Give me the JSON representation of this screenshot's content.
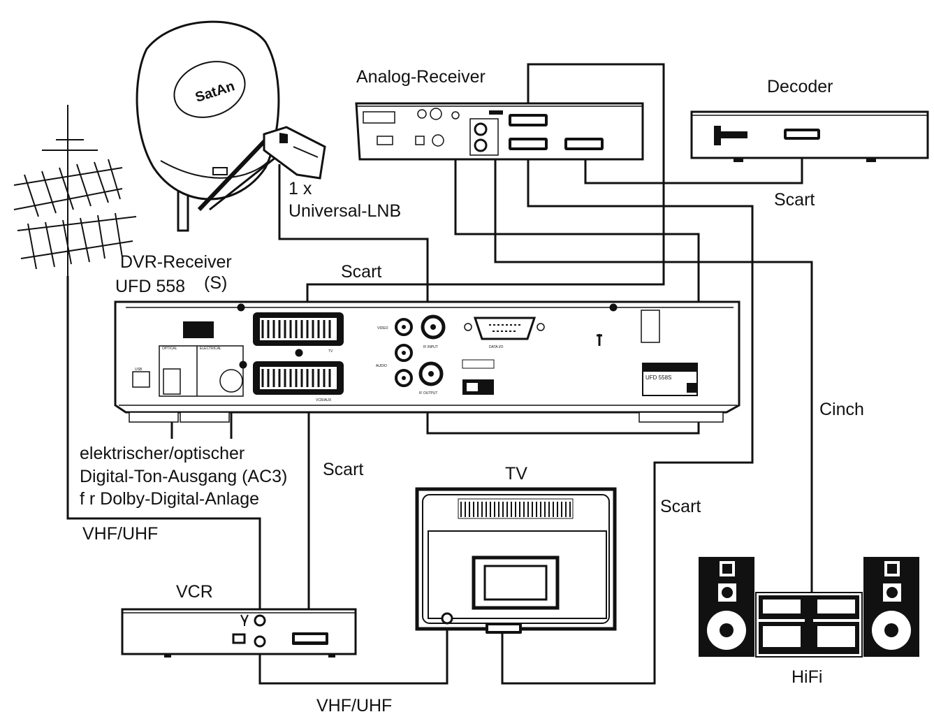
{
  "labels": {
    "analog_receiver": "Analog-Receiver",
    "decoder": "Decoder",
    "lnb_line1": "1 x",
    "lnb_line2": "Universal-LNB",
    "dvr_line1": "DVR-Receiver",
    "dvr_line2": "UFD 558",
    "dvr_suffix": "(S)",
    "scart_top": "Scart",
    "scart_decoder": "Scart",
    "cinch": "Cinch",
    "digital_line1": "elektrischer/optischer",
    "digital_line2": "Digital-Ton-Ausgang (AC3)",
    "digital_line3": "f  r Dolby-Digital-Anlage",
    "scart_vcr": "Scart",
    "tv": "TV",
    "scart_right": "Scart",
    "vhf_uhf_left": "VHF/UHF",
    "vcr": "VCR",
    "hifi": "HiFi",
    "vhf_uhf_bottom": "VHF/UHF"
  },
  "dish_logo": "SatAn",
  "device_text": {
    "rx_tv": "TV",
    "rx_vcr": "VCR/AUX",
    "rx_sat_input": "IF INPUT",
    "rx_loop": "IF OUTPUT",
    "rx_data": "DATA I/O",
    "rx_video": "VIDEO",
    "rx_audio": "AUDIO",
    "rx_optical": "OPTICAL",
    "rx_electrical": "ELECTRICAL",
    "rx_model": "UFD 558S",
    "rx_usb": "USB"
  }
}
